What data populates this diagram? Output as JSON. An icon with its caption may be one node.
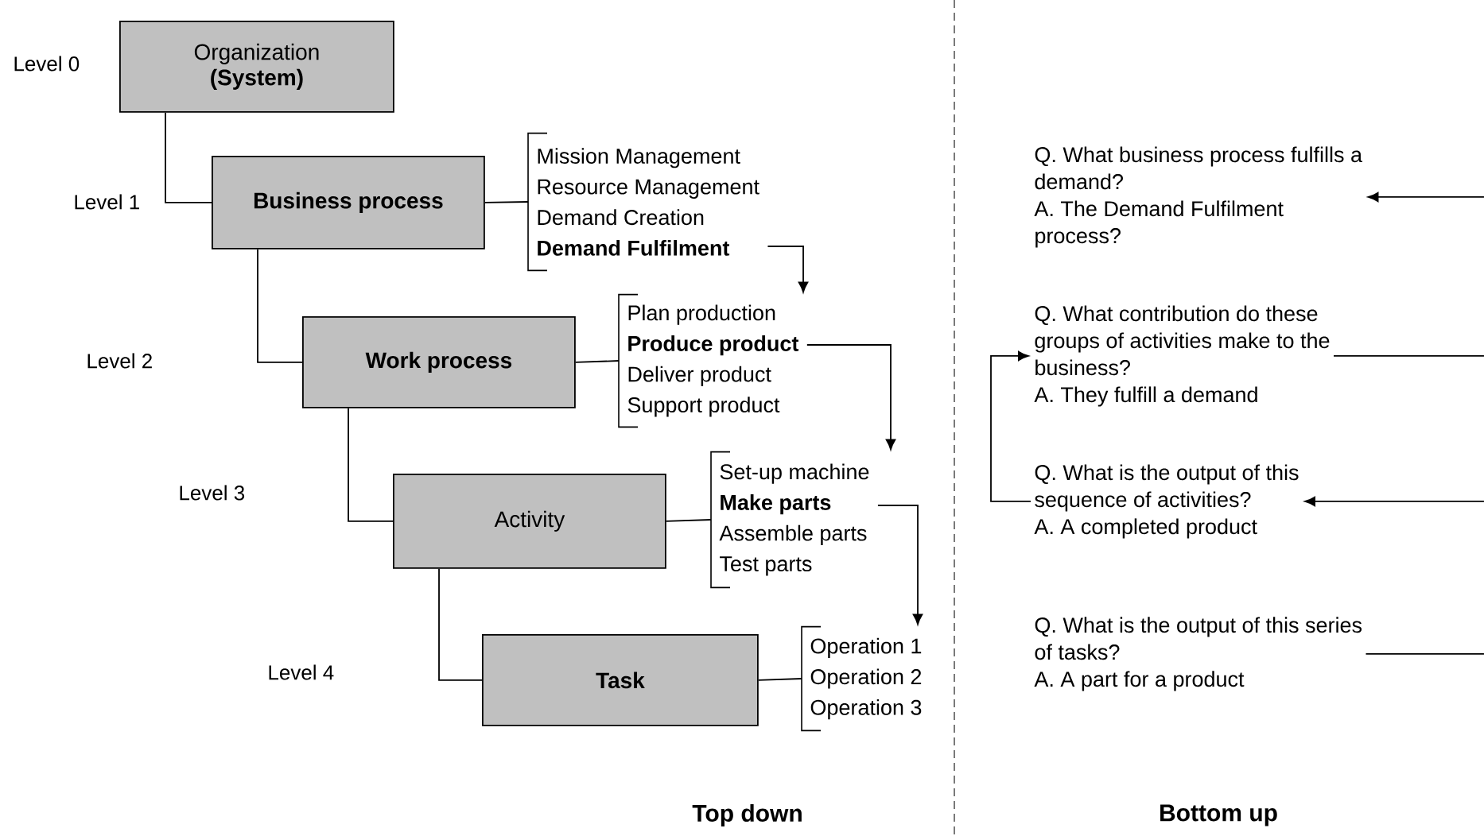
{
  "diagram": {
    "nodes": [
      {
        "text": [
          "Organization",
          "(System)"
        ]
      },
      {
        "text": [
          "Business process"
        ]
      },
      {
        "text": [
          "Mission Management",
          "Resource Management",
          "Demand Creation",
          "Demand Fulfilment"
        ]
      },
      {
        "text": [
          "Work process"
        ]
      },
      {
        "text": [
          "Plan production",
          "Produce product",
          "Deliver product",
          "Support product"
        ]
      },
      {
        "text": [
          "Activity"
        ]
      },
      {
        "text": [
          "Set-up machine",
          "Make parts",
          "Assemble parts",
          "Test parts"
        ]
      },
      {
        "text": [
          "Task"
        ]
      },
      {
        "text": [
          "Operation 1",
          "Operation 2",
          "Operation 3"
        ]
      },
      {
        "text": [
          "Q. What business process fulfills a demand?",
          "A. The Demand Fulfilment process?"
        ]
      },
      {
        "text": [
          "Q. What contribution do these groups of activities make to the business?",
          "A. They fulfill a demand"
        ]
      },
      {
        "text": [
          "Q. What is the output of this sequence of activities?",
          "A. A completed product"
        ]
      },
      {
        "text": [
          "Q. What is the output of this series of tasks?",
          "A. A part for a product"
        ]
      }
    ],
    "edges": [
      {
        "from": 0,
        "to": 1,
        "arrow": "none"
      },
      {
        "from": 1,
        "to": 2,
        "arrow": "none"
      },
      {
        "from": 1,
        "to": 3,
        "arrow": "none"
      },
      {
        "from": 3,
        "to": 4,
        "arrow": "none"
      },
      {
        "from": 3,
        "to": 5,
        "arrow": "none"
      },
      {
        "from": 5,
        "to": 6,
        "arrow": "none"
      },
      {
        "from": 5,
        "to": 7,
        "arrow": "none"
      },
      {
        "from": 7,
        "to": 8,
        "arrow": "none"
      },
      {
        "from": 2,
        "to": 4,
        "arrow": "to"
      },
      {
        "from": 4,
        "to": 6,
        "arrow": "to"
      },
      {
        "from": 6,
        "to": 8,
        "arrow": "to"
      },
      {
        "from": null,
        "to": 9,
        "arrow": "to"
      },
      {
        "from": 10,
        "to": null,
        "arrow": "none"
      },
      {
        "from": null,
        "to": 11,
        "arrow": "to"
      },
      {
        "from": 12,
        "to": null,
        "arrow": "none"
      },
      {
        "from": 11,
        "to": 10,
        "arrow": "to"
      }
    ],
    "labels": [
      "Level 0",
      "Level 1",
      "Level 2",
      "Level 3",
      "Level 4",
      "Top down",
      "Bottom up"
    ]
  }
}
